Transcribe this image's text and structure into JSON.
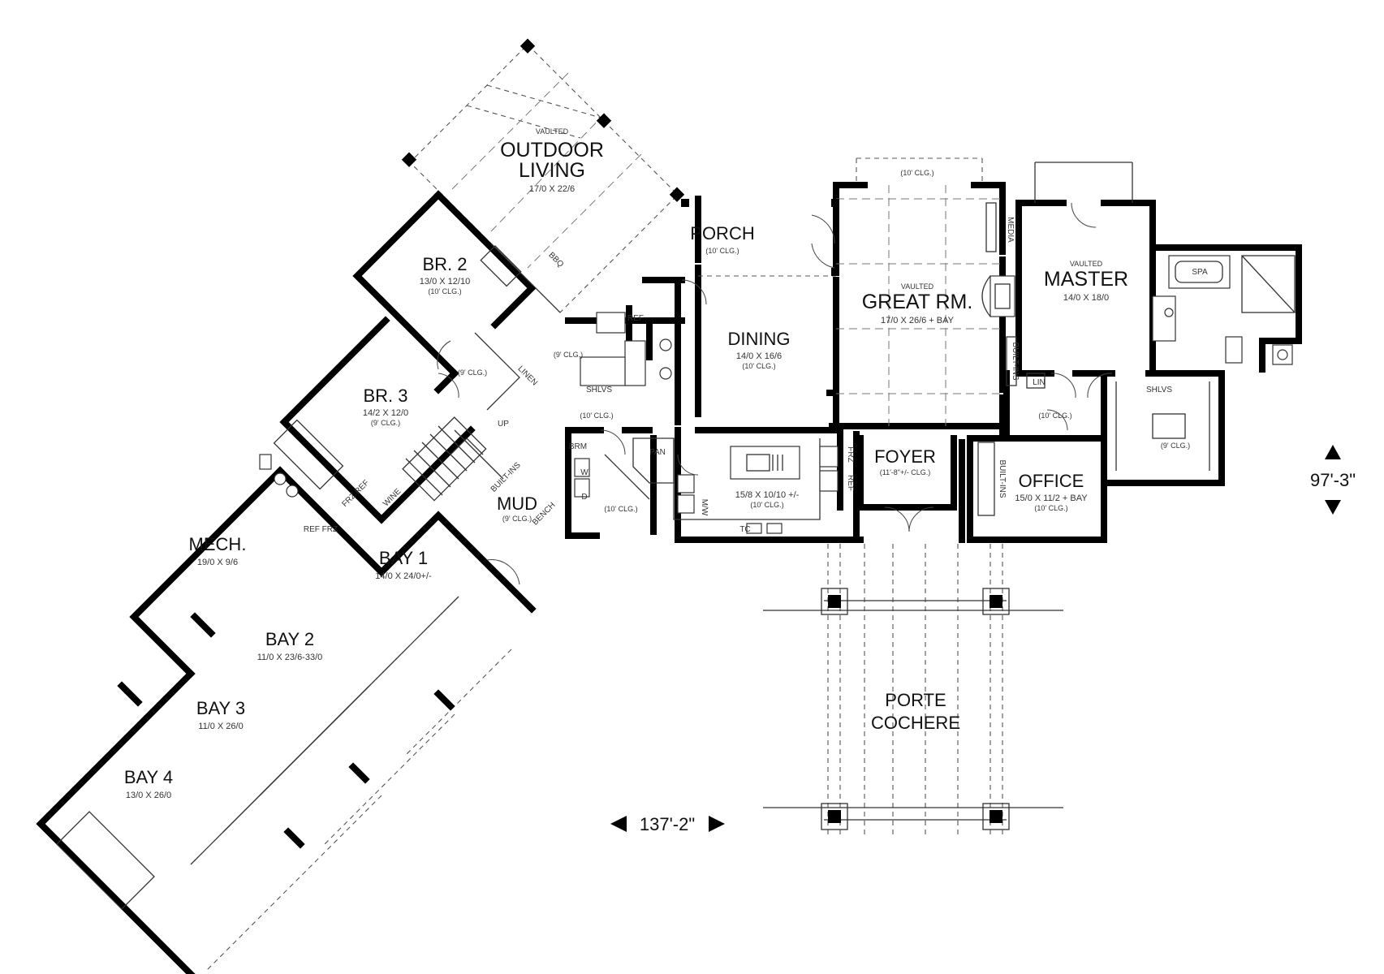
{
  "rooms": {
    "outdoor_living": {
      "note": "VAULTED",
      "name_line1": "OUTDOOR",
      "name_line2": "LIVING",
      "dims": "17/0 X 22/6"
    },
    "porch": {
      "name": "PORCH",
      "clg": "(10' CLG.)"
    },
    "br2": {
      "name": "BR. 2",
      "dims": "13/0 X 12/10",
      "clg": "(10' CLG.)"
    },
    "br3": {
      "name": "BR. 3",
      "dims": "14/2 X 12/0",
      "clg": "(9' CLG.)"
    },
    "dining": {
      "name": "DINING",
      "dims": "14/0 X 16/6",
      "clg": "(10' CLG.)"
    },
    "great_rm": {
      "note": "VAULTED",
      "name": "GREAT RM.",
      "dims": "17/0 X 26/6 + BAY"
    },
    "master": {
      "note": "VAULTED",
      "name": "MASTER",
      "dims": "14/0 X 18/0"
    },
    "kitchen": {
      "dims": "15/8 X 10/10 +/-",
      "clg": "(10' CLG.)"
    },
    "foyer": {
      "name": "FOYER",
      "clg": "(11'-8\"+/- CLG.)"
    },
    "office": {
      "name": "OFFICE",
      "dims": "15/0 X 11/2 + BAY",
      "clg": "(10' CLG.)"
    },
    "mud": {
      "name": "MUD",
      "clg": "(9' CLG.)"
    },
    "mech": {
      "name": "MECH.",
      "dims": "19/0 X 9/6"
    },
    "bay1": {
      "name": "BAY 1",
      "dims": "14/0 X 24/0+/-"
    },
    "bay2": {
      "name": "BAY 2",
      "dims": "11/0 X 23/6-33/0"
    },
    "bay3": {
      "name": "BAY 3",
      "dims": "11/0 X 26/0"
    },
    "bay4": {
      "name": "BAY 4",
      "dims": "13/0 X 26/0"
    },
    "porte_cochere": {
      "name_line1": "PORTE",
      "name_line2": "COCHERE"
    }
  },
  "labels": {
    "bbq": "BBQ",
    "ref": "REF",
    "shlvs": "SHLVS",
    "linen": "LINEN",
    "up": "UP",
    "brm": "BRM",
    "pan": "PAN",
    "frz": "FRZ",
    "w": "W",
    "d": "D",
    "mw": "M/W",
    "built_ins": "BUILT-INS",
    "bench": "BENCH",
    "wine": "WINE",
    "ref_frz": "REF FRZ",
    "frz_ref": "FRZ REF",
    "lin": "LIN",
    "spa": "SPA",
    "media": "MEDIA",
    "tc": "TC",
    "clg_10": "(10' CLG.)",
    "clg_9": "(9' CLG.)"
  },
  "dimensions": {
    "width": "137'-2\"",
    "depth": "97'-3\""
  }
}
